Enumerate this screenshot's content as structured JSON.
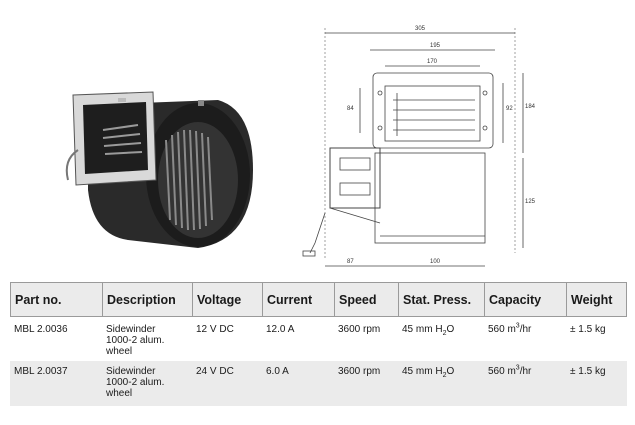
{
  "table": {
    "headers": [
      "Part no.",
      "Description",
      "Voltage",
      "Current",
      "Speed",
      "Stat. Press.",
      "Capacity",
      "Weight"
    ],
    "rows": [
      {
        "part_no": "MBL 2.0036",
        "description": [
          "Sidewinder",
          "1000-2 alum.",
          "wheel"
        ],
        "voltage": "12 V DC",
        "current": "12.0 A",
        "speed": "3600 rpm",
        "stat_press_value": "45 mm H",
        "stat_press_sub": "2",
        "stat_press_tail": "O",
        "capacity_value": "560 m",
        "capacity_sup": "3",
        "capacity_tail": "/hr",
        "weight": "± 1.5 kg"
      },
      {
        "part_no": "MBL 2.0037",
        "description": [
          "Sidewinder",
          "1000-2 alum.",
          "wheel"
        ],
        "voltage": "24 V DC",
        "current": "6.0 A",
        "speed": "3600 rpm",
        "stat_press_value": "45 mm H",
        "stat_press_sub": "2",
        "stat_press_tail": "O",
        "capacity_value": "560 m",
        "capacity_sup": "3",
        "capacity_tail": "/hr",
        "weight": "± 1.5 kg"
      }
    ]
  },
  "drawing_dims": [
    "305",
    "195",
    "170",
    "84",
    "92",
    "184",
    "125",
    "87",
    "100"
  ]
}
